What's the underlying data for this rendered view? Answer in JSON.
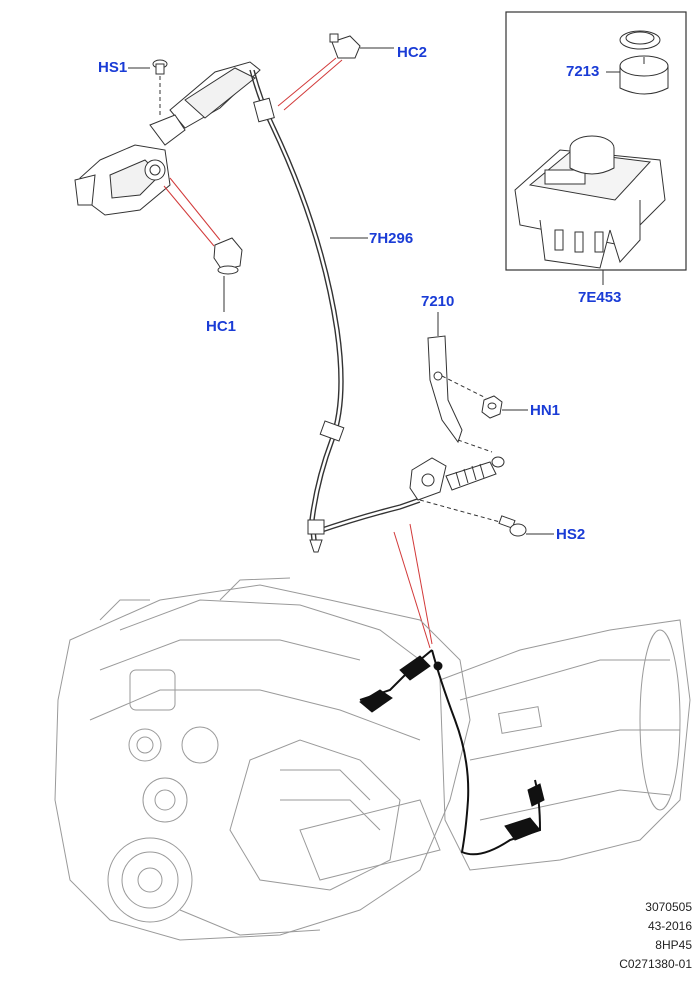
{
  "callouts": {
    "hs1": "HS1",
    "hc2": "HC2",
    "hc1": "HC1",
    "h296": "7H296",
    "c7213": "7213",
    "e453": "7E453",
    "c7210": "7210",
    "hn1": "HN1",
    "hs2": "HS2"
  },
  "footer": {
    "line1": "3070505",
    "line2": "43-2016",
    "line3": "8HP45",
    "line4": "C0271380-01"
  },
  "colors": {
    "callout": "#1a3cd6",
    "leader": "#d23a3a",
    "outline": "#333333",
    "engine": "#9a9a9a"
  }
}
